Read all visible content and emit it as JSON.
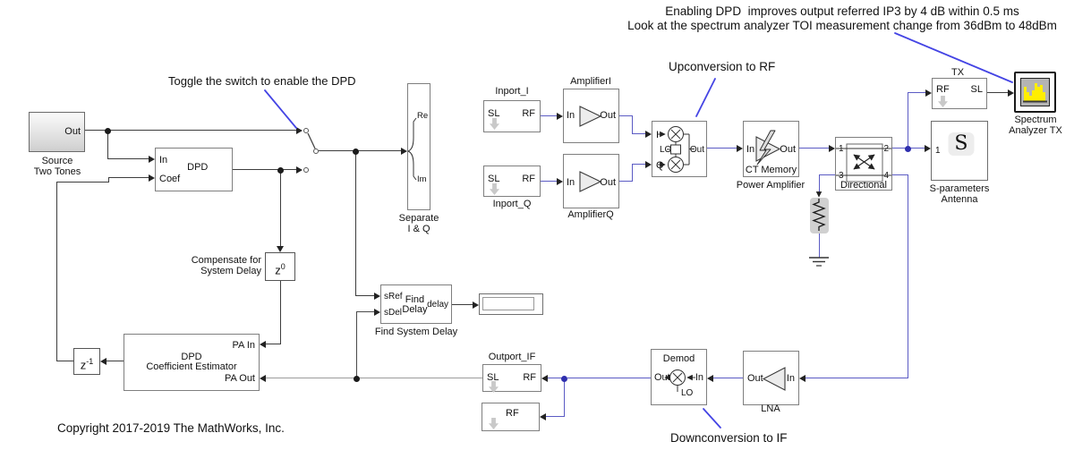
{
  "annotations": {
    "top_line1": "Enabling DPD  improves output referred IP3 by 4 dB within 0.5 ms",
    "top_line2": "Look at the spectrum analyzer TOI measurement change from 36dBm to 48dBm",
    "toggle_note": "Toggle the switch to enable the DPD",
    "upconversion_note": "Upconversion to RF",
    "downconversion_note": "Downconversion to IF",
    "copyright": "Copyright 2017-2019 The MathWorks, Inc."
  },
  "blocks": {
    "source": {
      "out": "Out",
      "label1": "Source",
      "label2": "Two Tones"
    },
    "dpd": {
      "title": "DPD",
      "in": "In",
      "coef": "Coef"
    },
    "separate": {
      "re": "Re",
      "im": "Im",
      "label1": "Separate",
      "label2": "I & Q"
    },
    "inport_i": {
      "title": "Inport_I",
      "sl": "SL",
      "rf": "RF"
    },
    "inport_q": {
      "title": "Inport_Q",
      "sl": "SL",
      "rf": "RF"
    },
    "amplifier_i": {
      "title": "AmplifierI",
      "in": "In",
      "out": "Out"
    },
    "amplifier_q": {
      "title": "AmplifierQ",
      "in": "In",
      "out": "Out"
    },
    "modulator": {
      "i": "I",
      "lo": "LO",
      "q": "Q",
      "out": "Out"
    },
    "power_amp": {
      "in": "In",
      "out": "Out",
      "inner": "CT Memory",
      "label": "Power Amplifier"
    },
    "directional": {
      "p1": "1",
      "p2": "2",
      "p3": "3",
      "p4": "4",
      "label": "Directional"
    },
    "tx": {
      "title": "TX",
      "rf": "RF",
      "sl": "SL"
    },
    "spectrum": {
      "label1": "Spectrum",
      "label2": "Analyzer TX"
    },
    "sparams": {
      "p1": "1",
      "s": "S",
      "label1": "S-parameters",
      "label2": "Antenna"
    },
    "z0": {
      "base": "z",
      "exp": "0",
      "label1": "Compensate for",
      "label2": "System Delay"
    },
    "find_delay": {
      "sref": "sRef",
      "sdel": "sDel",
      "line1": "Find",
      "line2": "Delay",
      "delay": "delay",
      "label": "Find System Delay"
    },
    "z1": {
      "base": "z",
      "exp": "-1"
    },
    "estimator": {
      "line1": "DPD",
      "line2": "Coefficient Estimator",
      "pa_in": "PA In",
      "pa_out": "PA Out"
    },
    "outport_if": {
      "title": "Outport_IF",
      "sl": "SL",
      "rf": "RF"
    },
    "rf_term": {
      "rf": "RF"
    },
    "demod": {
      "title": "Demod",
      "out": "Out",
      "in": "In",
      "lo": "LO"
    },
    "lna": {
      "out": "Out",
      "in": "In",
      "label": "LNA"
    }
  },
  "colors": {
    "rf_signal_wire": "#5b5bc4",
    "simulink_signal_wire": "#3d3d3d",
    "annotation_arrow": "#4444e4",
    "block_border": "#7f7f7f",
    "spectrum_icon_yellow": "#ffee00",
    "spectrum_icon_bg": "#b4b4b4",
    "port_arrow_gray": "#c9c9c9"
  }
}
